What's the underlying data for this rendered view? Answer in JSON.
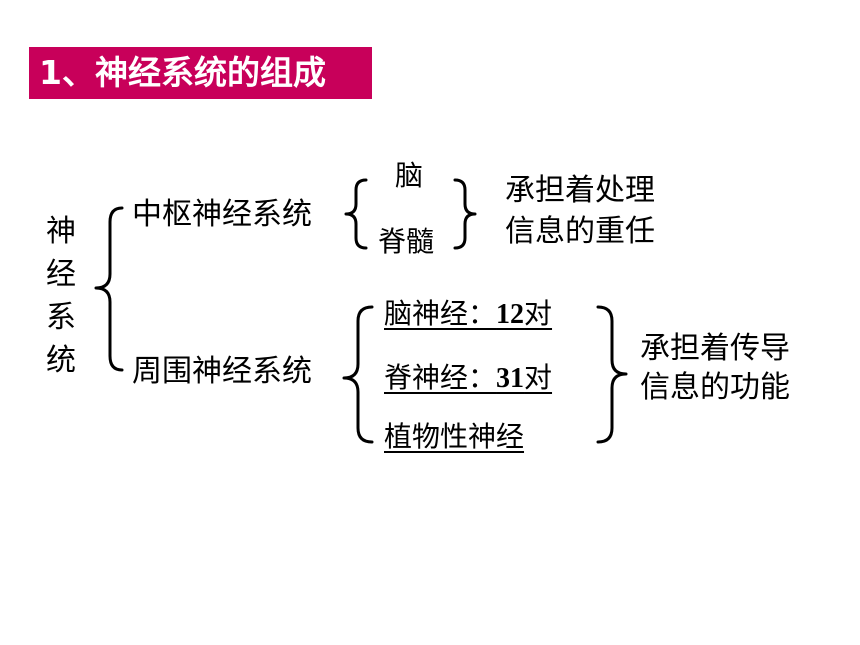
{
  "title": "1、神经系统的组成",
  "root": [
    "神",
    "经",
    "系",
    "统"
  ],
  "central": {
    "label": "中枢神经系统",
    "items": [
      "脑",
      "脊髓"
    ],
    "function": [
      "承担着处理",
      "信息的重任"
    ]
  },
  "peripheral": {
    "label": "周围神经系统",
    "items": [
      {
        "name": "脑神经：",
        "count": "12",
        "unit": "对"
      },
      {
        "name": "脊神经：",
        "count": "31",
        "unit": "对"
      },
      {
        "name": "植物性神经"
      }
    ],
    "function": [
      "承担着传导",
      "信息的功能"
    ]
  },
  "colors": {
    "title_bg": "#c8005a",
    "title_text": "#ffffff",
    "text": "#000000"
  }
}
